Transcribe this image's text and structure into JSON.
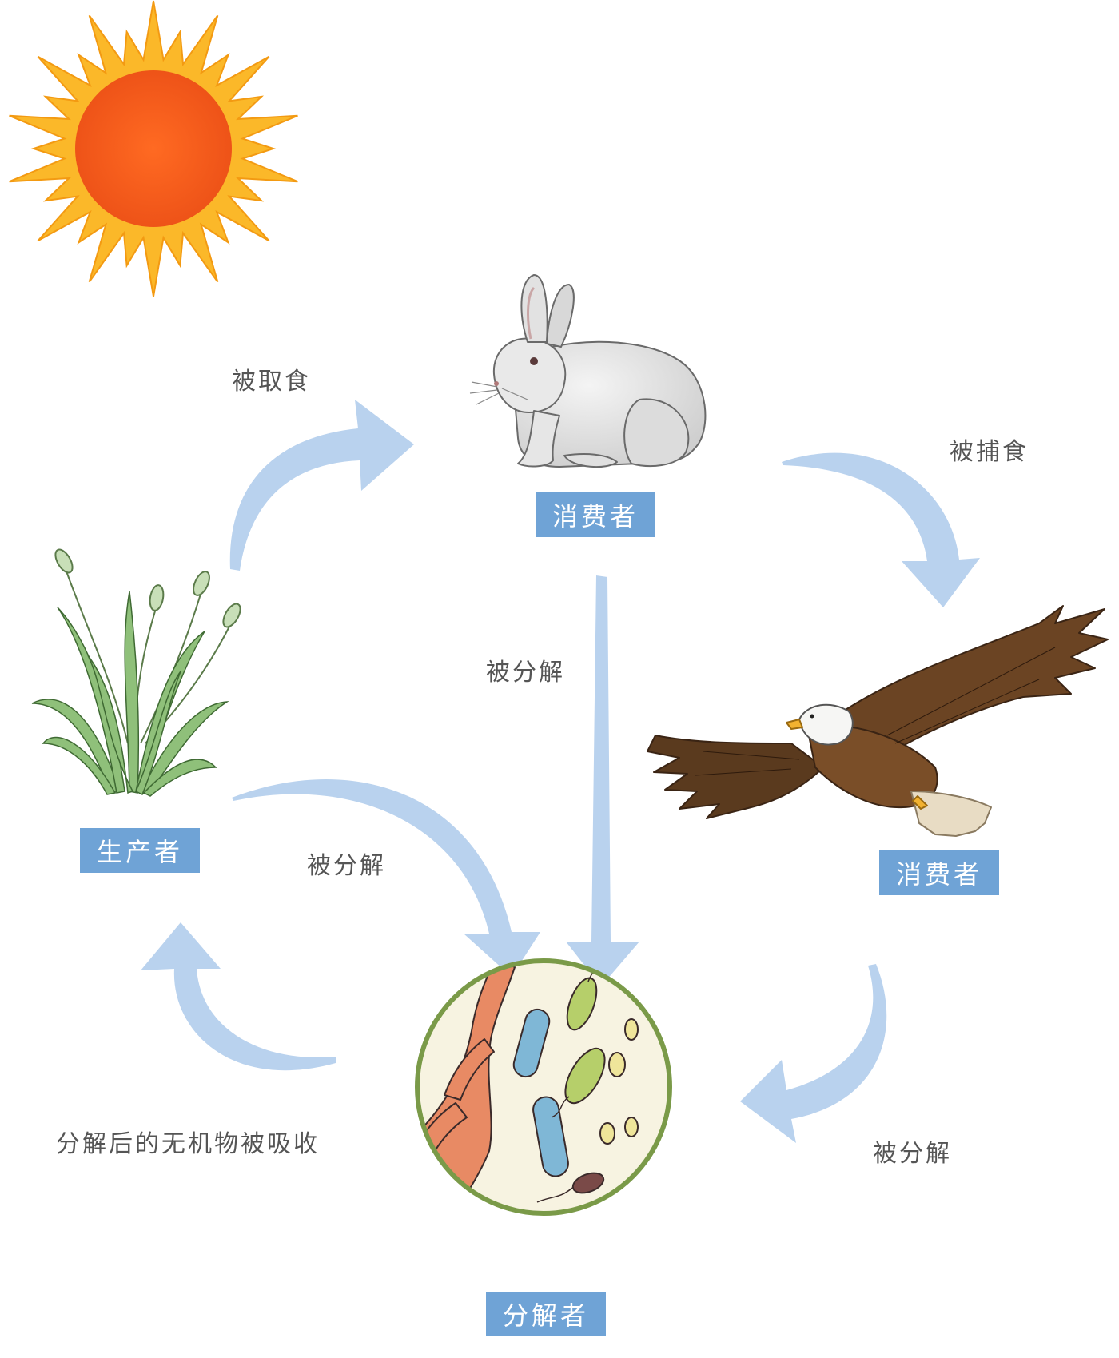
{
  "nodes": {
    "producer": {
      "label": "生产者",
      "icon": "grass-icon"
    },
    "consumer_primary": {
      "label": "消费者",
      "icon": "rabbit-icon"
    },
    "consumer_secondary": {
      "label": "消费者",
      "icon": "eagle-icon"
    },
    "decomposer": {
      "label": "分解者",
      "icon": "microbes-icon"
    },
    "energy_source": {
      "icon": "sun-icon"
    }
  },
  "edges": {
    "producer_to_rabbit": "被取食",
    "rabbit_to_eagle": "被捕食",
    "rabbit_to_decomposer": "被分解",
    "producer_to_decomposer": "被分解",
    "eagle_to_decomposer": "被分解",
    "decomposer_to_producer": "分解后的无机物被吸收"
  },
  "colors": {
    "label_box": "#6fa3d6",
    "arrow": "#b9d2ee",
    "sun_core": "#f05a1e",
    "sun_rays": "#fbb829",
    "decomposer_ring": "#7a9a48"
  }
}
